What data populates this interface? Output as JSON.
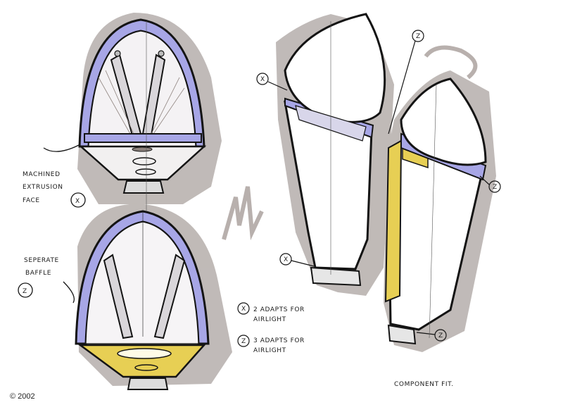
{
  "annotations": {
    "machined_line1": "MACHINED",
    "machined_line2": "EXTRUSION",
    "machined_line3": "FACE",
    "marker_x": "X",
    "separate_line1": "SEPERATE",
    "separate_line2": "BAFFLE",
    "marker_z": "Z",
    "note_x_symbol": "X",
    "note_x_line1": "2 ADAPTS FOR",
    "note_x_line2": "AIRLIGHT",
    "note_z_symbol": "Z",
    "note_z_line1": "3 ADAPTS FOR",
    "note_z_line2": "AIRLIGHT",
    "component_fit": "COMPONENT FIT.",
    "callout_x_top": "X",
    "callout_x_bottom": "X",
    "callout_z_top": "Z",
    "callout_z_mid": "Z",
    "callout_z_bottom": "Z"
  },
  "footer": {
    "copyright": "© 2002"
  },
  "colors": {
    "lavender": "#a7a6e6",
    "yellow": "#e7cf54",
    "shadow": "#8d827d",
    "ink": "#141414",
    "paper": "#ffffff"
  }
}
